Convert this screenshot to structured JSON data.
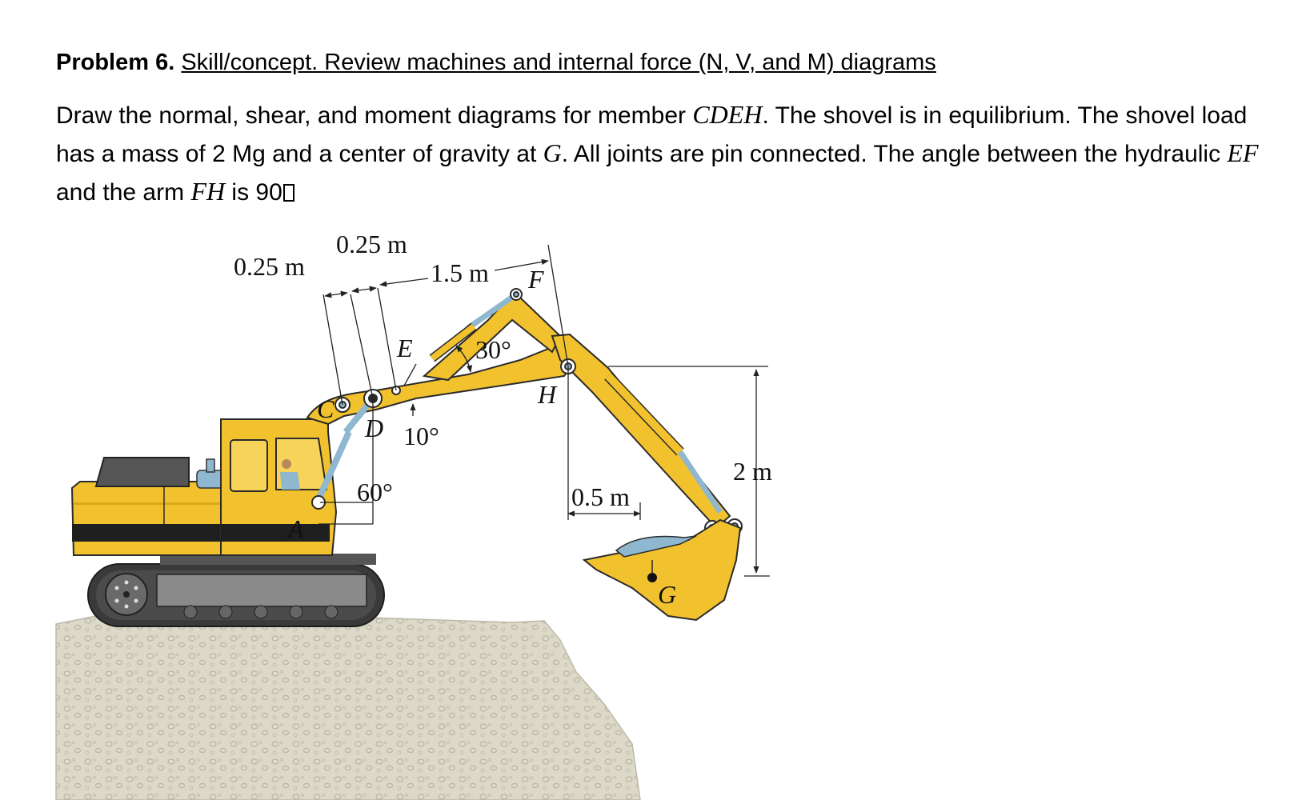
{
  "problem": {
    "label": "Problem 6.",
    "topic": "Skill/concept.  Review machines and internal force (N, V, and M) diagrams",
    "body": {
      "p1": "Draw the normal, shear, and moment diagrams for member ",
      "member": "CDEH",
      "p2": ". The shovel is in equilibrium. The shovel load has a mass of 2 Mg and a center of gravity at ",
      "g": "G",
      "p3": ". All joints are pin connected.  The angle between the hydraulic ",
      "ef": "EF",
      "p4": " and the arm ",
      "fh": "FH",
      "p5": " is 90"
    }
  },
  "figure": {
    "dims": {
      "d1": "0.25 m",
      "d2": "0.25 m",
      "d3": "1.5 m",
      "d4": "0.5 m",
      "d5": "2 m"
    },
    "angles": {
      "a1": "30°",
      "a2": "10°",
      "a3": "60°"
    },
    "points": {
      "A": "A",
      "C": "C",
      "D": "D",
      "E": "E",
      "F": "F",
      "G": "G",
      "H": "H"
    },
    "colors": {
      "machine": "#f2c22e",
      "outline": "#2a2a2a",
      "hydraulic": "#8fb7cf",
      "track": "#3a3a3a",
      "ground": "#d6d3c4"
    }
  }
}
